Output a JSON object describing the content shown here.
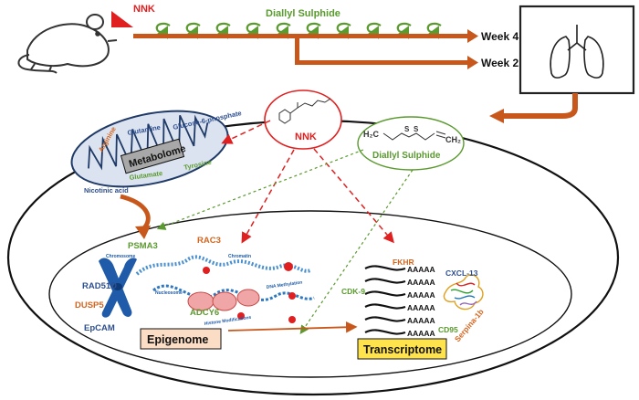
{
  "header": {
    "carcinogen": "NNK",
    "treatment": "Diallyl Sulphide",
    "week_long": "Week 4",
    "week_short": "Week 2"
  },
  "center": {
    "nnk": "NNK",
    "diallyl": "Diallyl Sulphide",
    "formula_left": "H₂C",
    "formula_right": "CH₂",
    "formula_s": "S"
  },
  "metabolome": {
    "title": "Metabolome",
    "items": [
      {
        "text": "Glucose-6-phosphate",
        "color": "#2e4f8f"
      },
      {
        "text": "Glutamine",
        "color": "#2e4f8f"
      },
      {
        "text": "Arginine",
        "color": "#d4651e"
      },
      {
        "text": "Tyrosine",
        "color": "#5a9a2e"
      },
      {
        "text": "Glutamate",
        "color": "#5a9a2e"
      },
      {
        "text": "Nicotinic acid",
        "color": "#2e4f8f"
      }
    ]
  },
  "epigenome": {
    "title": "Epigenome",
    "genes": [
      {
        "text": "PSMA3",
        "color": "#5a9a2e"
      },
      {
        "text": "RAC3",
        "color": "#d4651e"
      },
      {
        "text": "RAD51D",
        "color": "#2e4f8f"
      },
      {
        "text": "DUSP5",
        "color": "#d4651e"
      },
      {
        "text": "ADCY6",
        "color": "#5a9a2e"
      },
      {
        "text": "EpCAM",
        "color": "#2e4f8f"
      }
    ],
    "structure_labels": [
      "Chromosome",
      "Chromatin",
      "Nucleosome",
      "Histone Modifications",
      "DNA Methylation"
    ]
  },
  "transcriptome": {
    "title": "Transcriptome",
    "poly_a": "AAAAA",
    "genes": [
      {
        "text": "FKHR",
        "color": "#d4651e"
      },
      {
        "text": "CXCL-13",
        "color": "#2e4f8f"
      },
      {
        "text": "CDK-9",
        "color": "#5a9a2e"
      },
      {
        "text": "CD95",
        "color": "#5a9a2e"
      },
      {
        "text": "Serpina-1b",
        "color": "#d4651e"
      }
    ]
  },
  "colors": {
    "orange_arrow": "#c8571b",
    "red_dashed": "#e02020",
    "green_dashed": "#5a9a2e",
    "metabolome_fill": "#dce3f0",
    "epigenome_box": "#fbdcc4",
    "transcriptome_box": "#ffe34d"
  }
}
